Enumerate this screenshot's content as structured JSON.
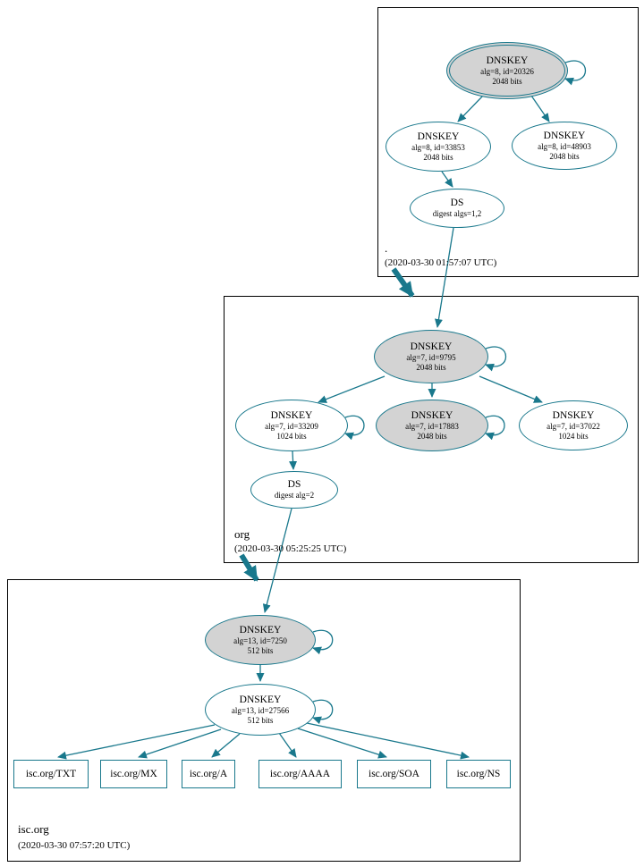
{
  "diagram_type": "dnssec-authentication-chain",
  "colors": {
    "edge_teal": "#19788c",
    "ksk_fill": "#d3d3d3",
    "node_fill": "#ffffff",
    "box_border": "#000000"
  },
  "zones": [
    {
      "name": ".",
      "timestamp": "(2020-03-30 01:57:07 UTC)",
      "nodes": {
        "ksk": {
          "title": "DNSKEY",
          "detail": "alg=8, id=20326",
          "bits": "2048 bits"
        },
        "zsk": {
          "title": "DNSKEY",
          "detail": "alg=8, id=33853",
          "bits": "2048 bits"
        },
        "standby": {
          "title": "DNSKEY",
          "detail": "alg=8, id=48903",
          "bits": "2048 bits"
        },
        "ds": {
          "title": "DS",
          "detail": "digest algs=1,2"
        }
      }
    },
    {
      "name": "org",
      "timestamp": "(2020-03-30 05:25:25 UTC)",
      "nodes": {
        "ksk": {
          "title": "DNSKEY",
          "detail": "alg=7, id=9795",
          "bits": "2048 bits"
        },
        "zsk": {
          "title": "DNSKEY",
          "detail": "alg=7, id=33209",
          "bits": "1024 bits"
        },
        "ksk2": {
          "title": "DNSKEY",
          "detail": "alg=7, id=17883",
          "bits": "2048 bits"
        },
        "other": {
          "title": "DNSKEY",
          "detail": "alg=7, id=37022",
          "bits": "1024 bits"
        },
        "ds": {
          "title": "DS",
          "detail": "digest alg=2"
        }
      }
    },
    {
      "name": "isc.org",
      "timestamp": "(2020-03-30 07:57:20 UTC)",
      "nodes": {
        "ksk": {
          "title": "DNSKEY",
          "detail": "alg=13, id=7250",
          "bits": "512 bits"
        },
        "zsk": {
          "title": "DNSKEY",
          "detail": "alg=13, id=27566",
          "bits": "512 bits"
        }
      },
      "rrsets": [
        "isc.org/TXT",
        "isc.org/MX",
        "isc.org/A",
        "isc.org/AAAA",
        "isc.org/SOA",
        "isc.org/NS"
      ]
    }
  ]
}
